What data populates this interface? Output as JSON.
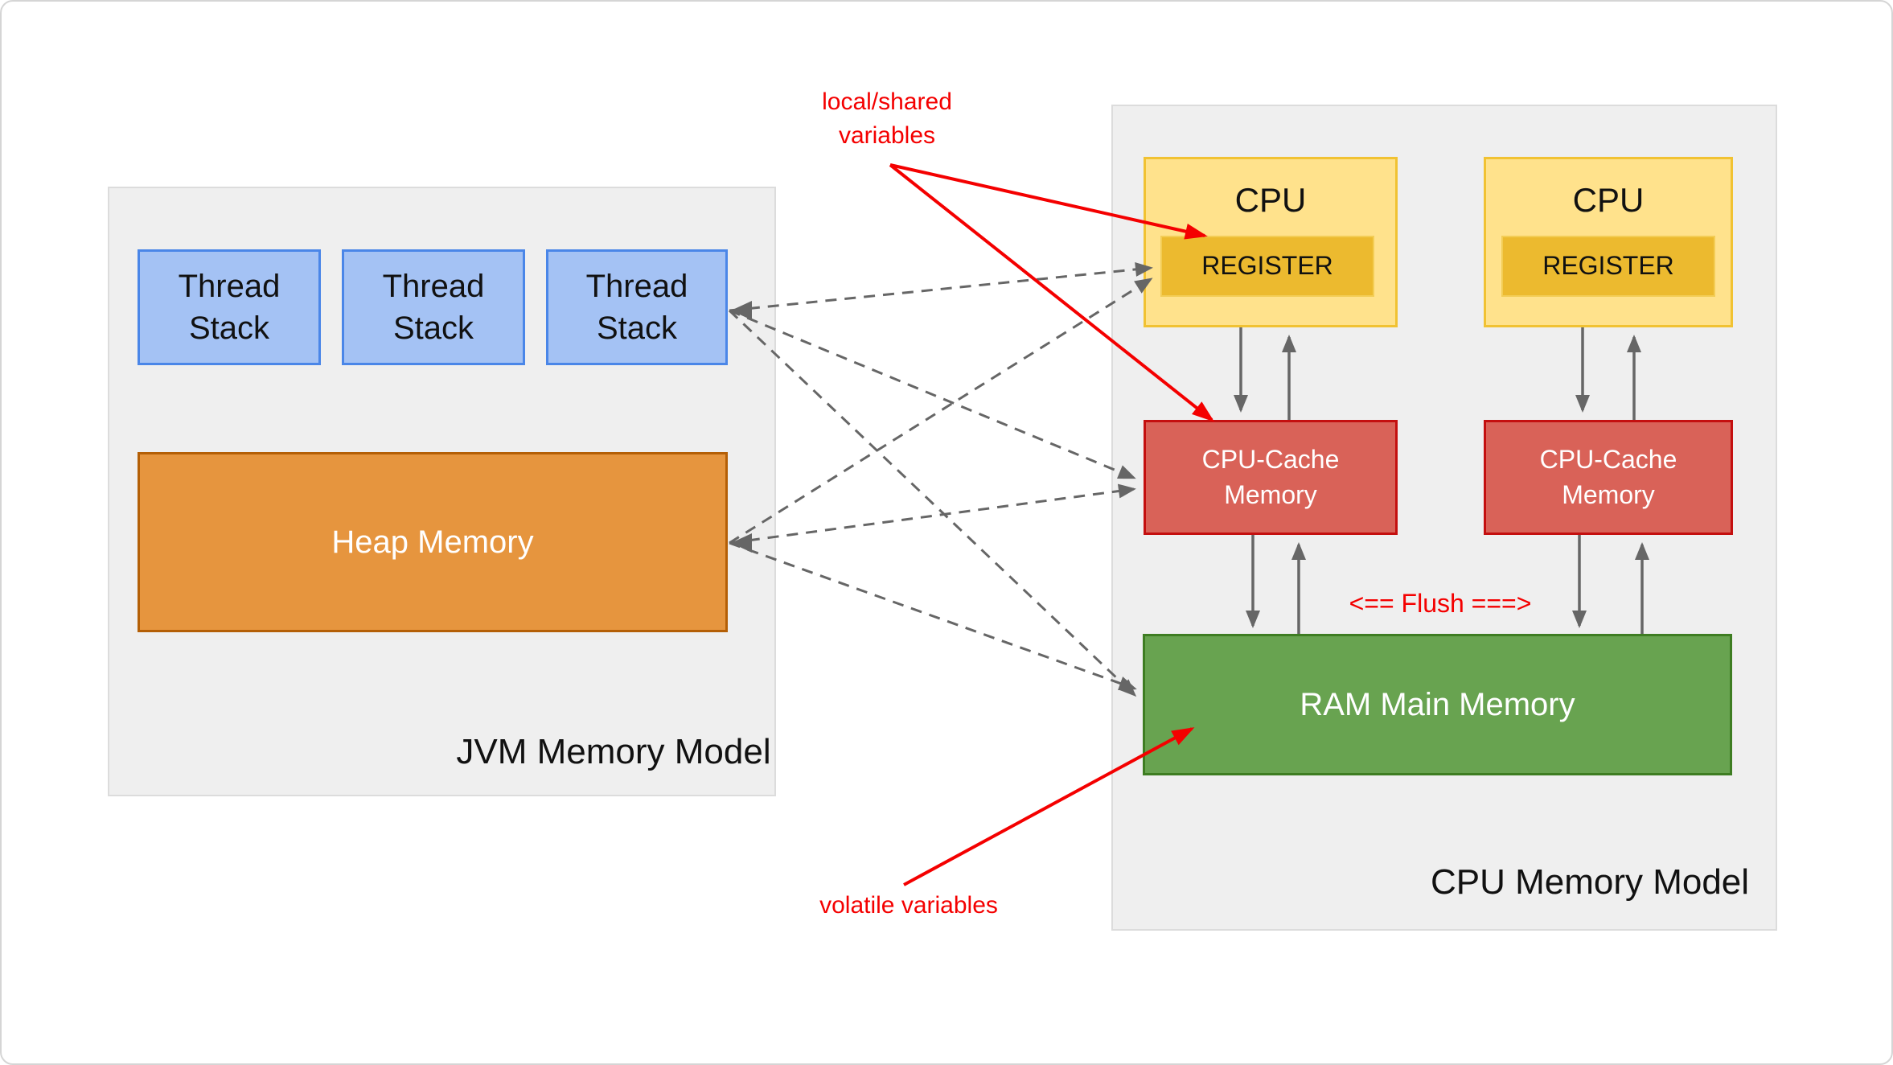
{
  "colors": {
    "panel-bg": "#efefef",
    "panel-border": "#dcdcdc",
    "thread-fill": "#a4c2f4",
    "thread-border": "#4a86e8",
    "heap-fill": "#e6953e",
    "heap-border": "#b45f06",
    "cpu-fill": "#ffe28c",
    "cpu-border": "#f1c232",
    "register-fill": "#ecba2f",
    "register-border": "#f3cd55",
    "cache-fill": "#d96258",
    "cache-border": "#c40f0f",
    "ram-fill": "#68a350",
    "ram-border": "#3e7d22",
    "arrow-gray": "#666666",
    "annotation-red": "#f40000",
    "text-dark": "#111111",
    "text-light": "#ffffff"
  },
  "jvm_panel": {
    "title": "JVM Memory Model",
    "thread_stacks": [
      {
        "label": "Thread\nStack"
      },
      {
        "label": "Thread\nStack"
      },
      {
        "label": "Thread\nStack"
      }
    ],
    "heap": {
      "label": "Heap Memory"
    }
  },
  "cpu_panel": {
    "title": "CPU Memory Model",
    "cpus": [
      {
        "label": "CPU",
        "register_label": "REGISTER"
      },
      {
        "label": "CPU",
        "register_label": "REGISTER"
      }
    ],
    "caches": [
      {
        "label": "CPU-Cache\nMemory"
      },
      {
        "label": "CPU-Cache\nMemory"
      }
    ],
    "ram": {
      "label": "RAM Main Memory"
    },
    "flush_annotation": "<== Flush ===>"
  },
  "annotations": {
    "local_shared": "local/shared\nvariables",
    "volatile": "volatile variables"
  }
}
